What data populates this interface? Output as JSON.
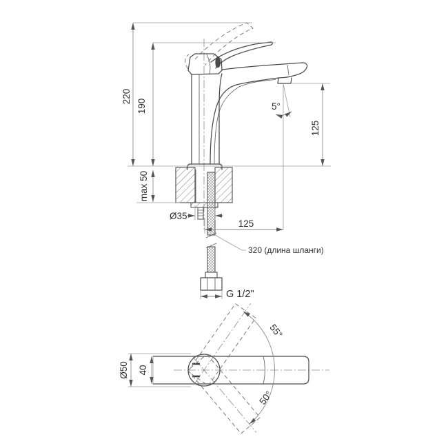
{
  "drawing": {
    "kind": "technical dimension drawing",
    "subject": "single-lever basin mixer faucet, side view and plan view",
    "side_view": {
      "total_height": "220",
      "handle_height": "190",
      "deck_thickness": "max 50",
      "hole_diameter": "Ø35",
      "outlet_height": "125",
      "spout_reach": "125",
      "stream_angle": "5°",
      "hose_length": "320 (длина шланги)",
      "thread": "G 1/2\""
    },
    "top_view": {
      "base_diameter": "Ø50",
      "body_width": "40",
      "swing_up": "55°",
      "swing_down": "50°"
    },
    "colors": {
      "outline": "#4a4a4a",
      "dimension_line": "#8a8a8a",
      "text": "#2e2e2e",
      "background": "#ffffff"
    }
  }
}
